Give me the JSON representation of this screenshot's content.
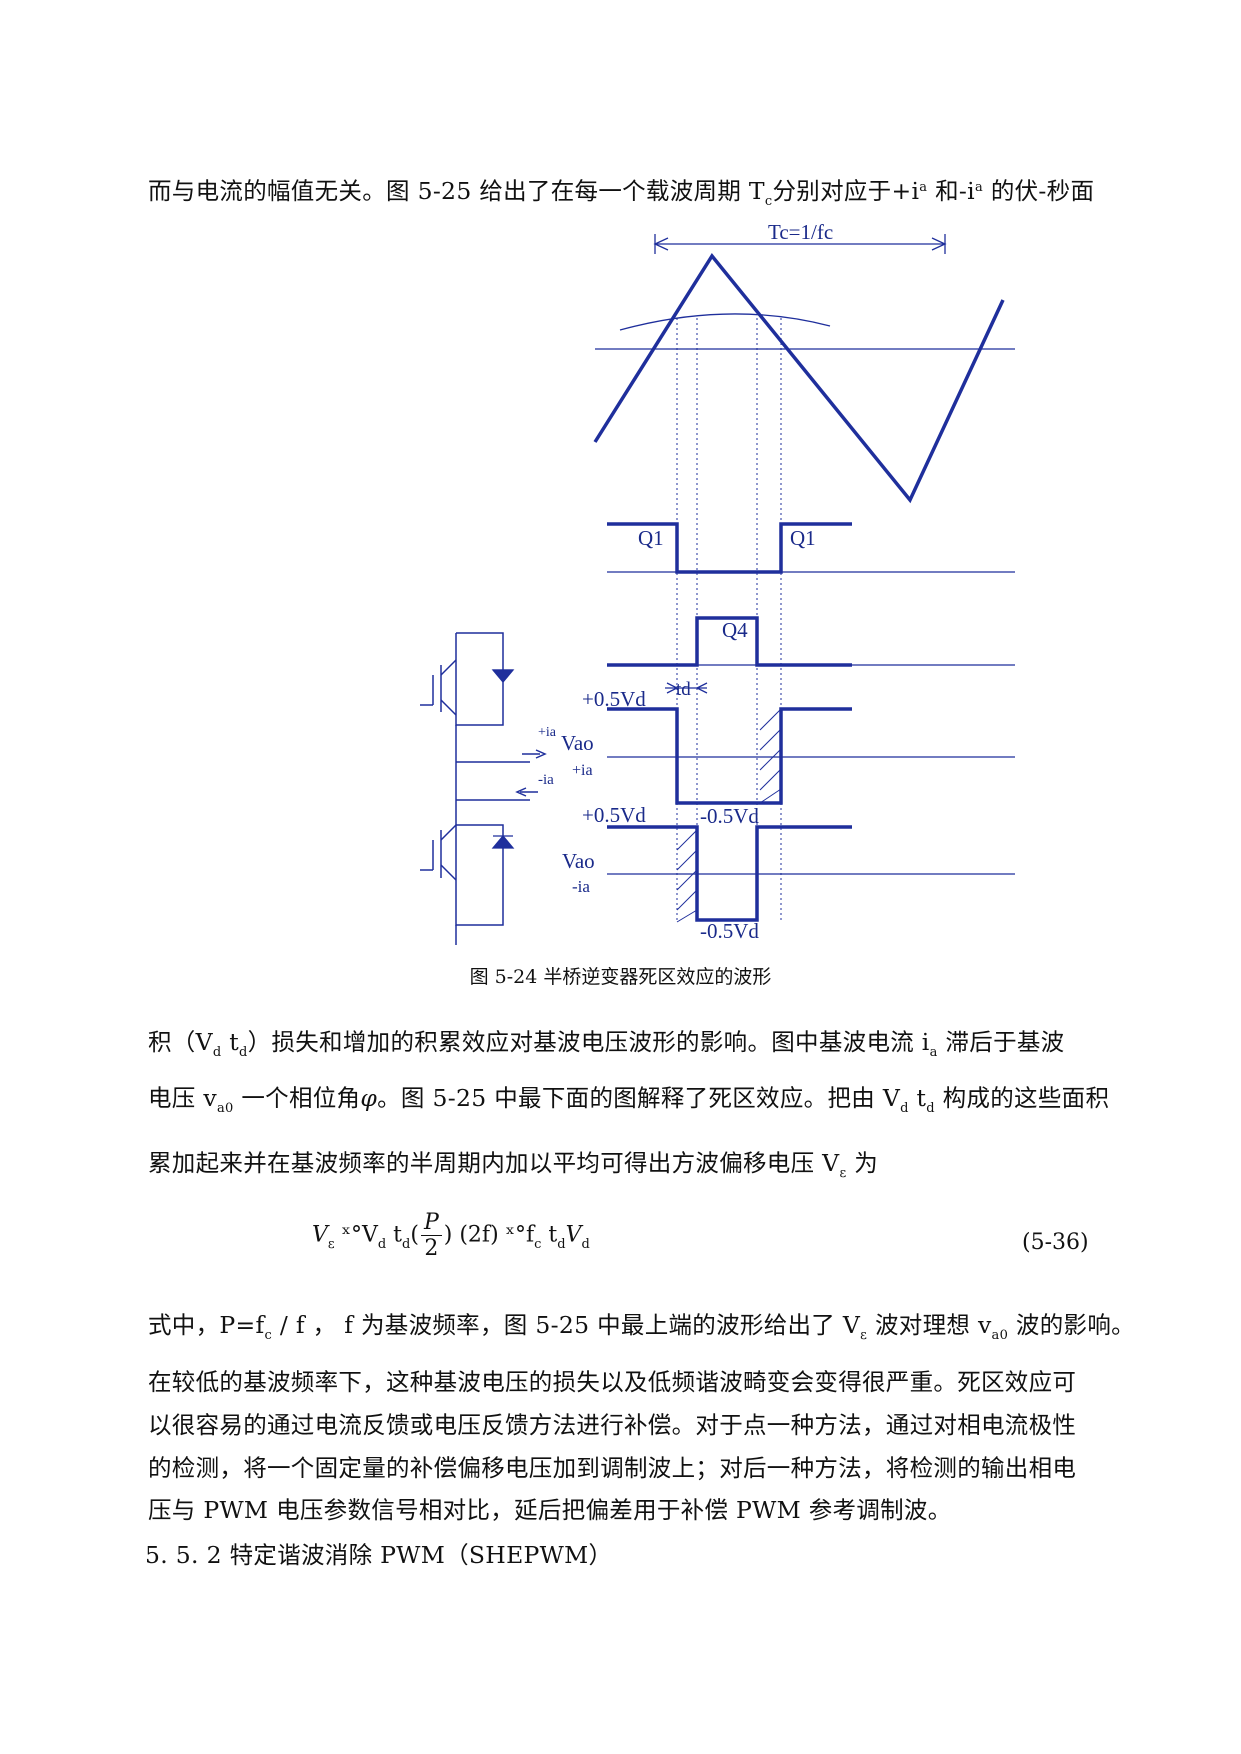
{
  "paragraphs": {
    "p1": "而与电流的幅值无关。图 5-25 给出了在每一个载波周期 T",
    "p1_sub": "c",
    "p1_b": "分别对应于+i",
    "p1_sup1": "a",
    "p1_c": " 和-i",
    "p1_sup2": "a",
    "p1_d": " 的伏-秒面",
    "p2_a": "积（V",
    "p2_sub1": "d",
    "p2_b": " t",
    "p2_sub2": "d",
    "p2_c": "）损失和增加的积累效应对基波电压波形的影响。图中基波电流 i",
    "p2_sub3": "a",
    "p2_d": " 滞后于基波",
    "p3_a": "电压 v",
    "p3_sub1": "a0",
    "p3_b": " 一个相位角",
    "p3_phi": "φ",
    "p3_c": "。图 5-25 中最下面的图解释了死区效应。把由 V",
    "p3_sub2": "d",
    "p3_d": " t",
    "p3_sub3": "d",
    "p3_e": " 构成的这些面积",
    "p4_a": "累加起来并在基波频率的半周期内加以平均可得出方波偏移电压 V",
    "p4_sub": "ε",
    "p4_b": " 为",
    "p5_a": "式中，P=f",
    "p5_sub1": "c",
    "p5_b": " / f ， f 为基波频率，图 5-25 中最上端的波形给出了 V",
    "p5_sub2": "ε",
    "p5_c": " 波对理想 v",
    "p5_sub3": "a0",
    "p5_d": " 波的影响。",
    "p6": "在较低的基波频率下，这种基波电压的损失以及低频谐波畸变会变得很严重。死区效应可",
    "p7": "以很容易的通过电流反馈或电压反馈方法进行补偿。对于点一种方法，通过对相电流极性",
    "p8": "的检测，将一个固定量的补偿偏移电压加到调制波上；对后一种方法，将检测的输出相电",
    "p9": "压与 PWM 电压参数信号相对比，延后把偏差用于补偿 PWM 参考调制波。",
    "p10": "5. 5. 2  特定谐波消除 PWM（SHEPWM）"
  },
  "formula": {
    "lhs": "V",
    "lhs_sub": "ε",
    "eq1": " ˣ°",
    "vd": "V",
    "vd_sub": "d",
    "td": " t",
    "td_sub": "d",
    "open": "(",
    "num": "P",
    "den": "2",
    "close": ")",
    "mid": "  (2f) ˣ°",
    "fc": "f",
    "fc_sub": "c",
    "td2": " t",
    "td2_sub": "d",
    "vd2": "V",
    "vd2_sub": "d",
    "number": "(5-36)"
  },
  "figure": {
    "caption": "图 5-24  半桥逆变器死区效应的波形",
    "period_label": "Tc=1/fc",
    "q1_left": "Q1",
    "q1_right": "Q1",
    "q4": "Q4",
    "td_label": "td",
    "plus_half_vd_1": "+0.5Vd",
    "minus_half_vd_1": "-0.5Vd",
    "plus_half_vd_2": "+0.5Vd",
    "minus_half_vd_2": "-0.5Vd",
    "vao_1": "Vao",
    "plus_ia_1": "+ia",
    "plus_ia_2": "+ia",
    "vao_2": "Vao",
    "minus_ia_1": "-ia",
    "minus_ia_2": "-ia",
    "line_color": "#1f2f9c"
  }
}
